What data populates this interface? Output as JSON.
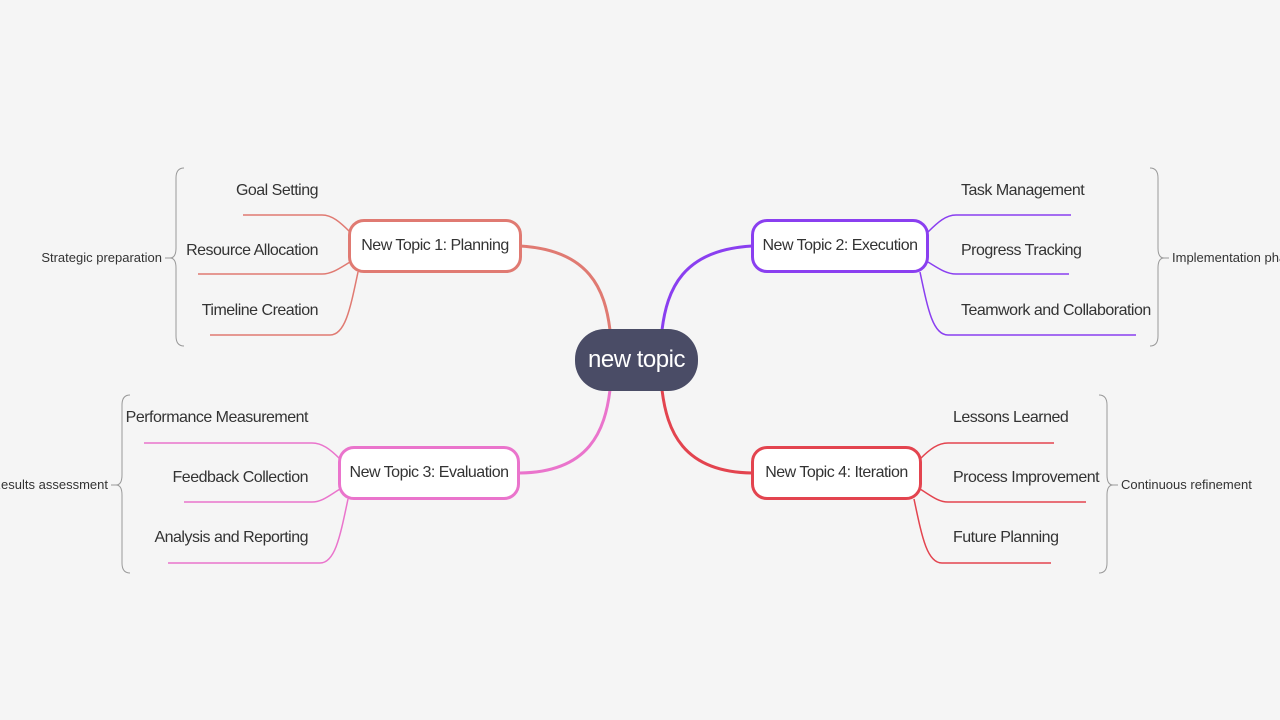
{
  "root": {
    "label": "new topic",
    "color": "#4a4c66"
  },
  "topics": [
    {
      "label": "New Topic 1: Planning",
      "color": "#e07a72",
      "subtopics": [
        "Goal Setting",
        "Resource Allocation",
        "Timeline Creation"
      ],
      "summary": "Strategic preparation"
    },
    {
      "label": "New Topic 2: Execution",
      "color": "#8a3ff0",
      "subtopics": [
        "Task Management",
        "Progress Tracking",
        "Teamwork and Collaboration"
      ],
      "summary": "Implementation phas"
    },
    {
      "label": "New Topic 3: Evaluation",
      "color": "#ea74cc",
      "subtopics": [
        "Performance Measurement",
        "Feedback Collection",
        "Analysis and Reporting"
      ],
      "summary": "Results assessment"
    },
    {
      "label": "New Topic 4: Iteration",
      "color": "#e3444f",
      "subtopics": [
        "Lessons Learned",
        "Process Improvement",
        "Future Planning"
      ],
      "summary": "Continuous refinement"
    }
  ]
}
